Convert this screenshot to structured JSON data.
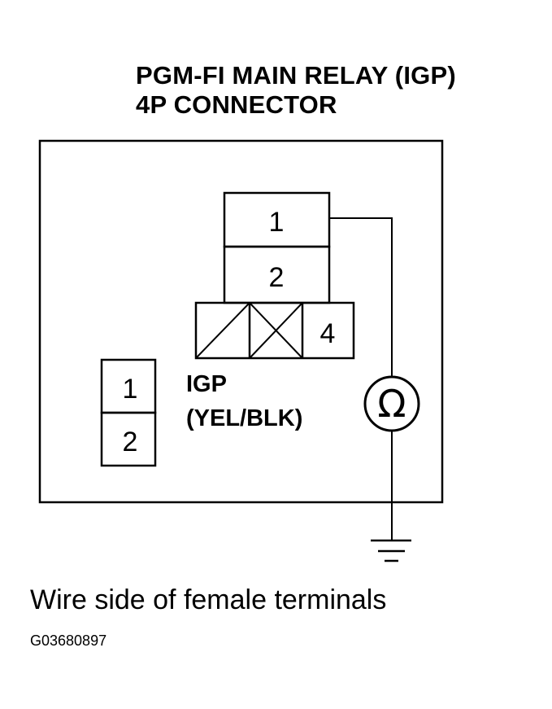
{
  "title": {
    "line1": "PGM-FI MAIN RELAY (IGP)",
    "line2": "4P CONNECTOR"
  },
  "connector": {
    "cavities": [
      "1",
      "2",
      "4"
    ]
  },
  "terminal_key": {
    "cavities": [
      "1",
      "2"
    ]
  },
  "wire": {
    "code": "IGP",
    "color": "(YEL/BLK)"
  },
  "meter": {
    "symbol": "Ω"
  },
  "caption": "Wire side of female terminals",
  "figure_id": "G03680897"
}
